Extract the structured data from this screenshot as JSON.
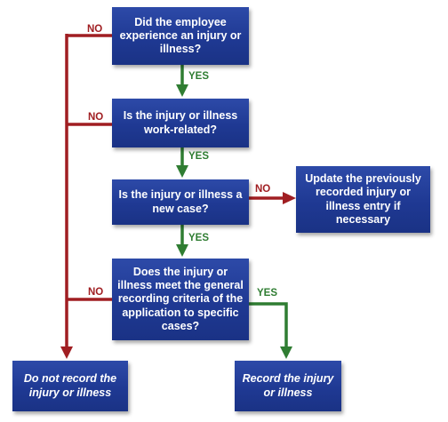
{
  "boxes": {
    "q1": "Did the employee experience an injury or illness?",
    "q2": "Is the injury or illness work-related?",
    "q3": "Is the injury or illness a new case?",
    "q4": "Does the injury or illness meet the general recording criteria of the application to specific cases?",
    "update": "Update the previously recorded injury or illness entry if necessary",
    "do_not_record": "Do not record the injury or illness",
    "record": "Record the injury or illness"
  },
  "labels": {
    "no": "NO",
    "yes": "YES"
  },
  "colors": {
    "box": "#1f3993",
    "no_line": "#a01e22",
    "yes_line": "#2f7d32"
  }
}
